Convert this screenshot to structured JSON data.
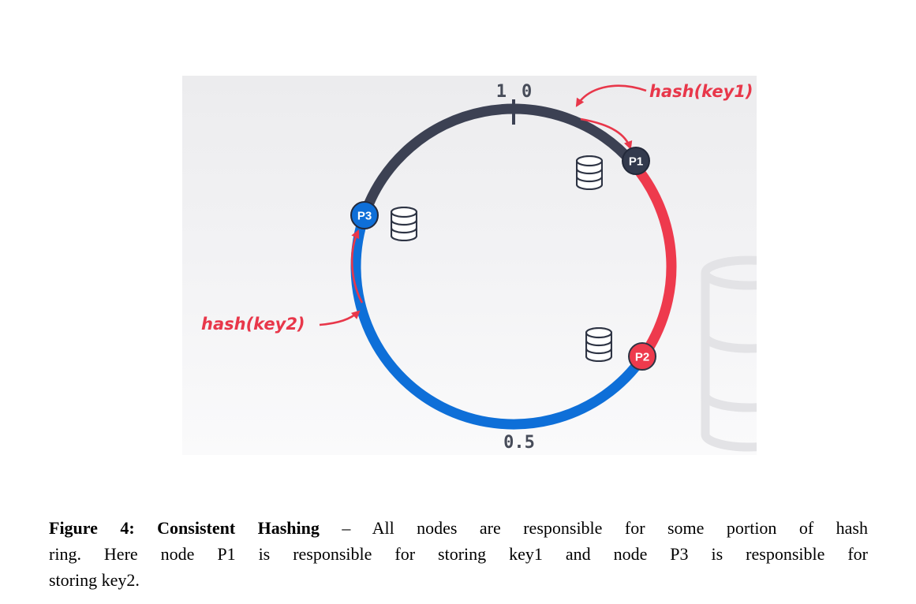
{
  "figure": {
    "caption_bold": "Figure 4: Consistent Hashing",
    "caption_line1_rest": " – All nodes are responsible for some portion of hash",
    "caption_line2": "ring.  Here node P1 is responsible for storing key1 and node P3 is responsible for",
    "caption_line3": "storing key2."
  },
  "diagram": {
    "ring_labels": {
      "one": "1",
      "zero": "0",
      "half": "0.5"
    },
    "nodes": [
      {
        "id": "P1",
        "label": "P1",
        "color": "#333a4d"
      },
      {
        "id": "P2",
        "label": "P2",
        "color": "#ee3a4d"
      },
      {
        "id": "P3",
        "label": "P3",
        "color": "#0e6fd8"
      }
    ],
    "annotations": {
      "key1": "hash(key1)",
      "key2": "hash(key2)"
    },
    "icons": {
      "node_storage": "database-icon",
      "background": "database-watermark-icon"
    },
    "colors": {
      "ring_dark": "#3c4153",
      "ring_red": "#ee3a4d",
      "ring_blue": "#0e6fd8",
      "arrow_red": "#e8374a",
      "tick": "#3c4153",
      "scale_text": "#474c59",
      "db_stroke": "#2e3444",
      "watermark": "#e3e3e6",
      "panel_bg": "#efeff1"
    }
  }
}
